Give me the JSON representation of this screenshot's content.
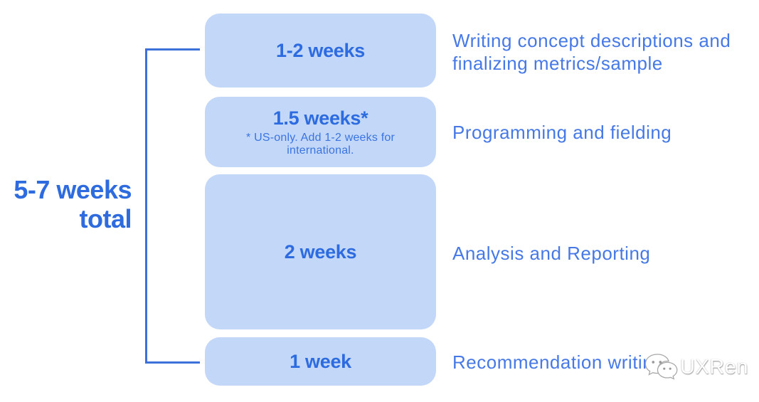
{
  "diagram": {
    "total_label": {
      "line1": "5-7 weeks",
      "line2": "total"
    },
    "stages": [
      {
        "duration": "1-2 weeks",
        "description": "Writing concept descriptions and\nfinalizing metrics/sample"
      },
      {
        "duration": "1.5 weeks*",
        "note": "* US-only. Add 1-2 weeks for\ninternational.",
        "description": "Programming and fielding"
      },
      {
        "duration": "2 weeks",
        "description": "Analysis and Reporting"
      },
      {
        "duration": "1 week",
        "description": "Recommendation writing"
      }
    ],
    "colors": {
      "box_fill": "#C3D7F8",
      "box_text": "#2D6BE0",
      "label_text": "#4679E6",
      "bracket": "#3C70DA"
    },
    "watermark": {
      "text": "UXRen",
      "icon": "wechat-icon"
    }
  }
}
